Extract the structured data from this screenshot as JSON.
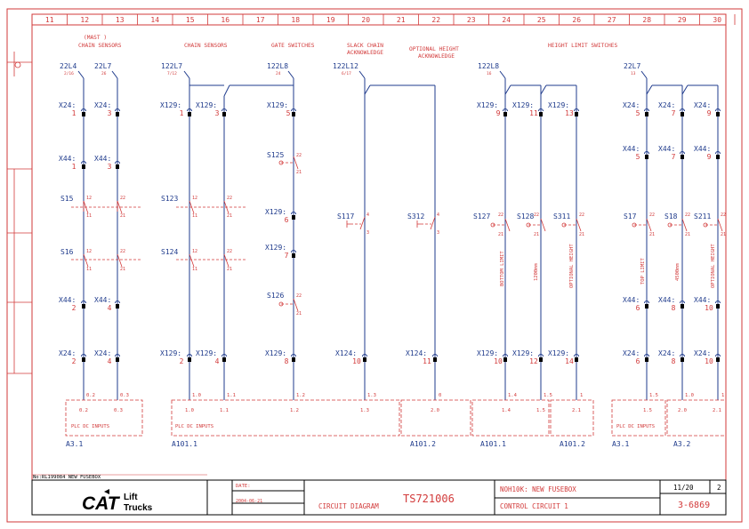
{
  "columns": [
    "11",
    "12",
    "13",
    "14",
    "15",
    "16",
    "17",
    "18",
    "19",
    "20",
    "21",
    "22",
    "23",
    "24",
    "25",
    "26",
    "27",
    "28",
    "29",
    "30"
  ],
  "group_titles": {
    "mast": "(MAST )",
    "chain_sensors_left": "CHAIN SENSORS",
    "chain_sensors_right": "CHAIN SENSORS",
    "gate_switches": "GATE SWITCHES",
    "slack_chain_1": "SLACK CHAIN",
    "slack_chain_2": "ACKNOWLEDGE",
    "opt_height_1": "OPTIONAL HEIGHT",
    "opt_height_2": "ACKNOWLEDGE",
    "height_limit": "HEIGHT LIMIT SWITCHES"
  },
  "wires": {
    "w1": "22L4",
    "w1s": "2/16",
    "w2": "22L7",
    "w2s": "26",
    "w3": "122L7",
    "w3s": "7/12",
    "w4": "122L8",
    "w4s": "24",
    "w5": "122L12",
    "w5s": "6/17",
    "w6": "122L8",
    "w6s": "16",
    "w7": "22L7",
    "w7s": "13"
  },
  "connectors": {
    "x24_1": "X24:",
    "x24_1n": "1",
    "x24_3": "X24:",
    "x24_3n": "3",
    "x129_1": "X129:",
    "x129_1n": "1",
    "x129_3": "X129:",
    "x129_3n": "3",
    "x129_5": "X129:",
    "x129_5n": "5",
    "x129_9": "X129:",
    "x129_9n": "9",
    "x129_11": "X129:",
    "x129_11n": "11",
    "x129_13": "X129:",
    "x129_13n": "13",
    "x24_5": "X24:",
    "x24_5n": "5",
    "x24_7": "X24:",
    "x24_7n": "7",
    "x24_9": "X24:",
    "x24_9n": "9",
    "x44_1": "X44:",
    "x44_1n": "1",
    "x44_3": "X44:",
    "x44_3n": "3",
    "x44_5": "X44:",
    "x44_5n": "5",
    "x44_7": "X44:",
    "x44_7n": "7",
    "x44_9": "X44:",
    "x44_9n": "9",
    "x129_6": "X129:",
    "x129_6n": "6",
    "x129_7": "X129:",
    "x129_7n": "7",
    "x44_2": "X44:",
    "x44_2n": "2",
    "x44_4": "X44:",
    "x44_4n": "4",
    "x44_6": "X44:",
    "x44_6n": "6",
    "x44_8": "X44:",
    "x44_8n": "8",
    "x44_10": "X44:",
    "x44_10n": "10",
    "x24_2": "X24:",
    "x24_2n": "2",
    "x24_4": "X24:",
    "x24_4n": "4",
    "x129_2": "X129:",
    "x129_2n": "2",
    "x129_4": "X129:",
    "x129_4n": "4",
    "x129_8": "X129:",
    "x129_8n": "8",
    "x124_10": "X124:",
    "x124_10n": "10",
    "x124_11": "X124:",
    "x124_11n": "11",
    "x129_10": "X129:",
    "x129_10n": "10",
    "x129_12": "X129:",
    "x129_12n": "12",
    "x129_14": "X129:",
    "x129_14n": "14",
    "x24_6": "X24:",
    "x24_6n": "6",
    "x24_8": "X24:",
    "x24_8n": "8",
    "x24_10": "X24:",
    "x24_10n": "10"
  },
  "switches": {
    "s15": "S15",
    "s16": "S16",
    "s123": "S123",
    "s124": "S124",
    "s125": "S125",
    "s126": "S126",
    "s117": "S117",
    "s312": "S312",
    "s127": "S127",
    "s128": "S128",
    "s311": "S311",
    "s17": "S17",
    "s18": "S18",
    "s211": "S211"
  },
  "terminal_nums": {
    "n12": "12",
    "n11": "11",
    "n22": "22",
    "n21": "21",
    "n4": "4",
    "n3": "3"
  },
  "vertical_labels": {
    "bottom_limit": "BOTTOM LIMIT",
    "b1200": "1200mm",
    "opt_height": "OPTIONAL HEIGHT",
    "top_limit": "TOP LIMIT",
    "b4500": "4500mm",
    "opt_height2": "OPTIONAL HEIGHT"
  },
  "plc_inputs": {
    "a": [
      "0.2",
      "0.3"
    ],
    "b": [
      "1.0",
      "1.1",
      "1.2",
      "1.3"
    ],
    "c": [
      "2.0"
    ],
    "d": [
      "1.4",
      "1.5"
    ],
    "e": [
      "2.1"
    ],
    "f": [
      "1.5"
    ],
    "g": [
      "2.0",
      "2.1"
    ],
    "top_a": [
      "0.2",
      "0.3"
    ],
    "top_b": [
      "1.0",
      "1.1",
      "1.2",
      "1.3"
    ],
    "top_c": "0",
    "top_d": [
      "1.4",
      "1.5",
      "1"
    ],
    "top_f": [
      "1.5",
      "1.0",
      "1"
    ],
    "label": "PLC DC INPUTS"
  },
  "modules": {
    "m1": "A3.1",
    "m2": "A101.1",
    "m3": "A101.2",
    "m4": "A101.1",
    "m5": "A101.2",
    "m6": "A3.1",
    "m7": "A3.2"
  },
  "title_block": {
    "revision_note": "No:RL199084 NEW FUSEBOX",
    "logo_cat": "CAT",
    "logo_lift": "Lift",
    "logo_trucks": "Trucks",
    "date_label": "DATE:",
    "date": "2004-06-21",
    "drawing_type": "CIRCUIT DIAGRAM",
    "drawing_no": "TS721006",
    "model": "NOH10K: NEW FUSEBOX",
    "circuit": "CONTROL CIRCUIT 1",
    "sheet": "11/20",
    "rev": "2",
    "part_no": "3-6869"
  },
  "colors": {
    "red": "#d23a3a",
    "blue": "#1f3b8c",
    "black": "#000000"
  }
}
